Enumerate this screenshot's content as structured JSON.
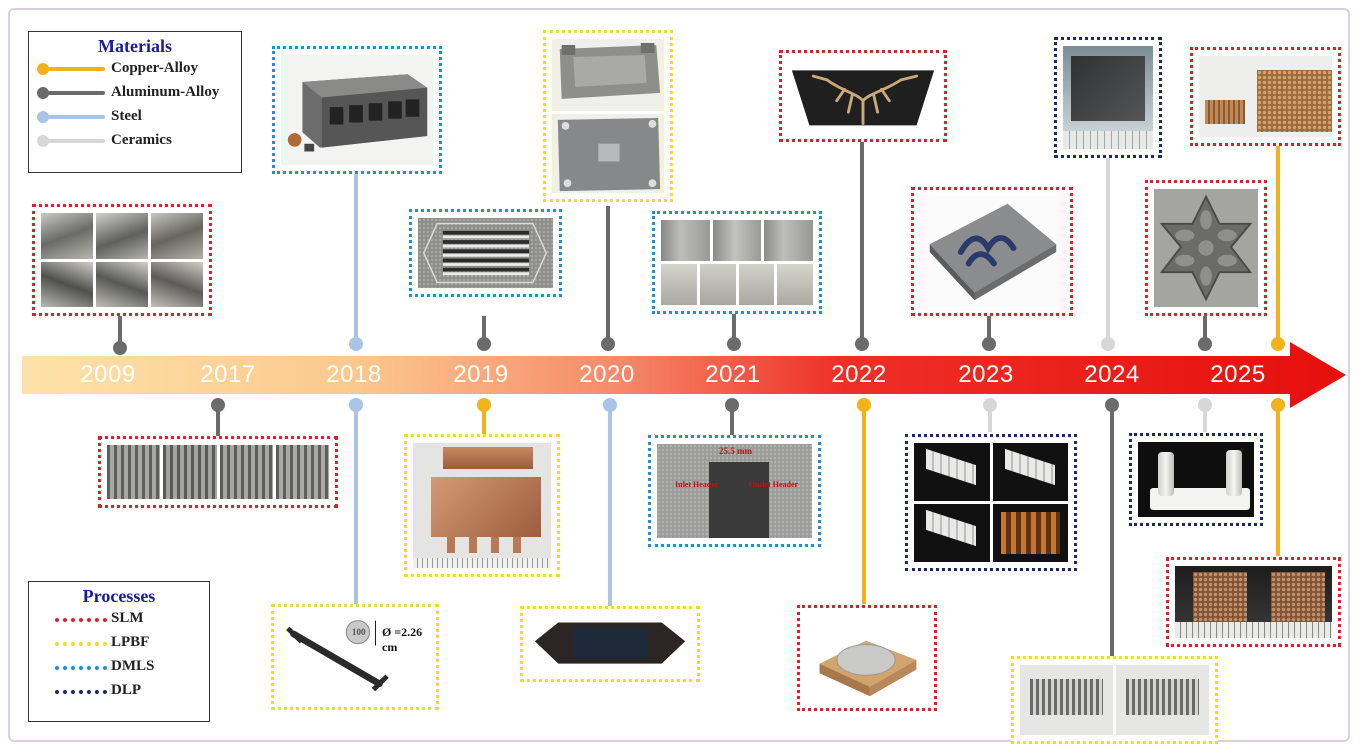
{
  "legend_materials": {
    "title": "Materials",
    "items": [
      {
        "label": "Copper-Alloy",
        "color": "#f2b21b"
      },
      {
        "label": "Aluminum-Alloy",
        "color": "#6b6b6b"
      },
      {
        "label": "Steel",
        "color": "#a9c4e6"
      },
      {
        "label": "Ceramics",
        "color": "#d7d7d7"
      }
    ]
  },
  "legend_processes": {
    "title": "Processes",
    "items": [
      {
        "label": "SLM",
        "color": "#d9232a"
      },
      {
        "label": "LPBF",
        "color": "#f2dc24"
      },
      {
        "label": "DMLS",
        "color": "#1f8fd6"
      },
      {
        "label": "DLP",
        "color": "#1d2a63"
      }
    ]
  },
  "timeline": {
    "years": [
      "2009",
      "2017",
      "2018",
      "2019",
      "2020",
      "2021",
      "2022",
      "2023",
      "2024",
      "2025"
    ]
  },
  "annotations": {
    "diameter": "Ø =2.26 cm",
    "coin": "100",
    "width_dim": "25.5 mm",
    "inlet": "Inlet Header",
    "outlet": "Outlet Header"
  }
}
